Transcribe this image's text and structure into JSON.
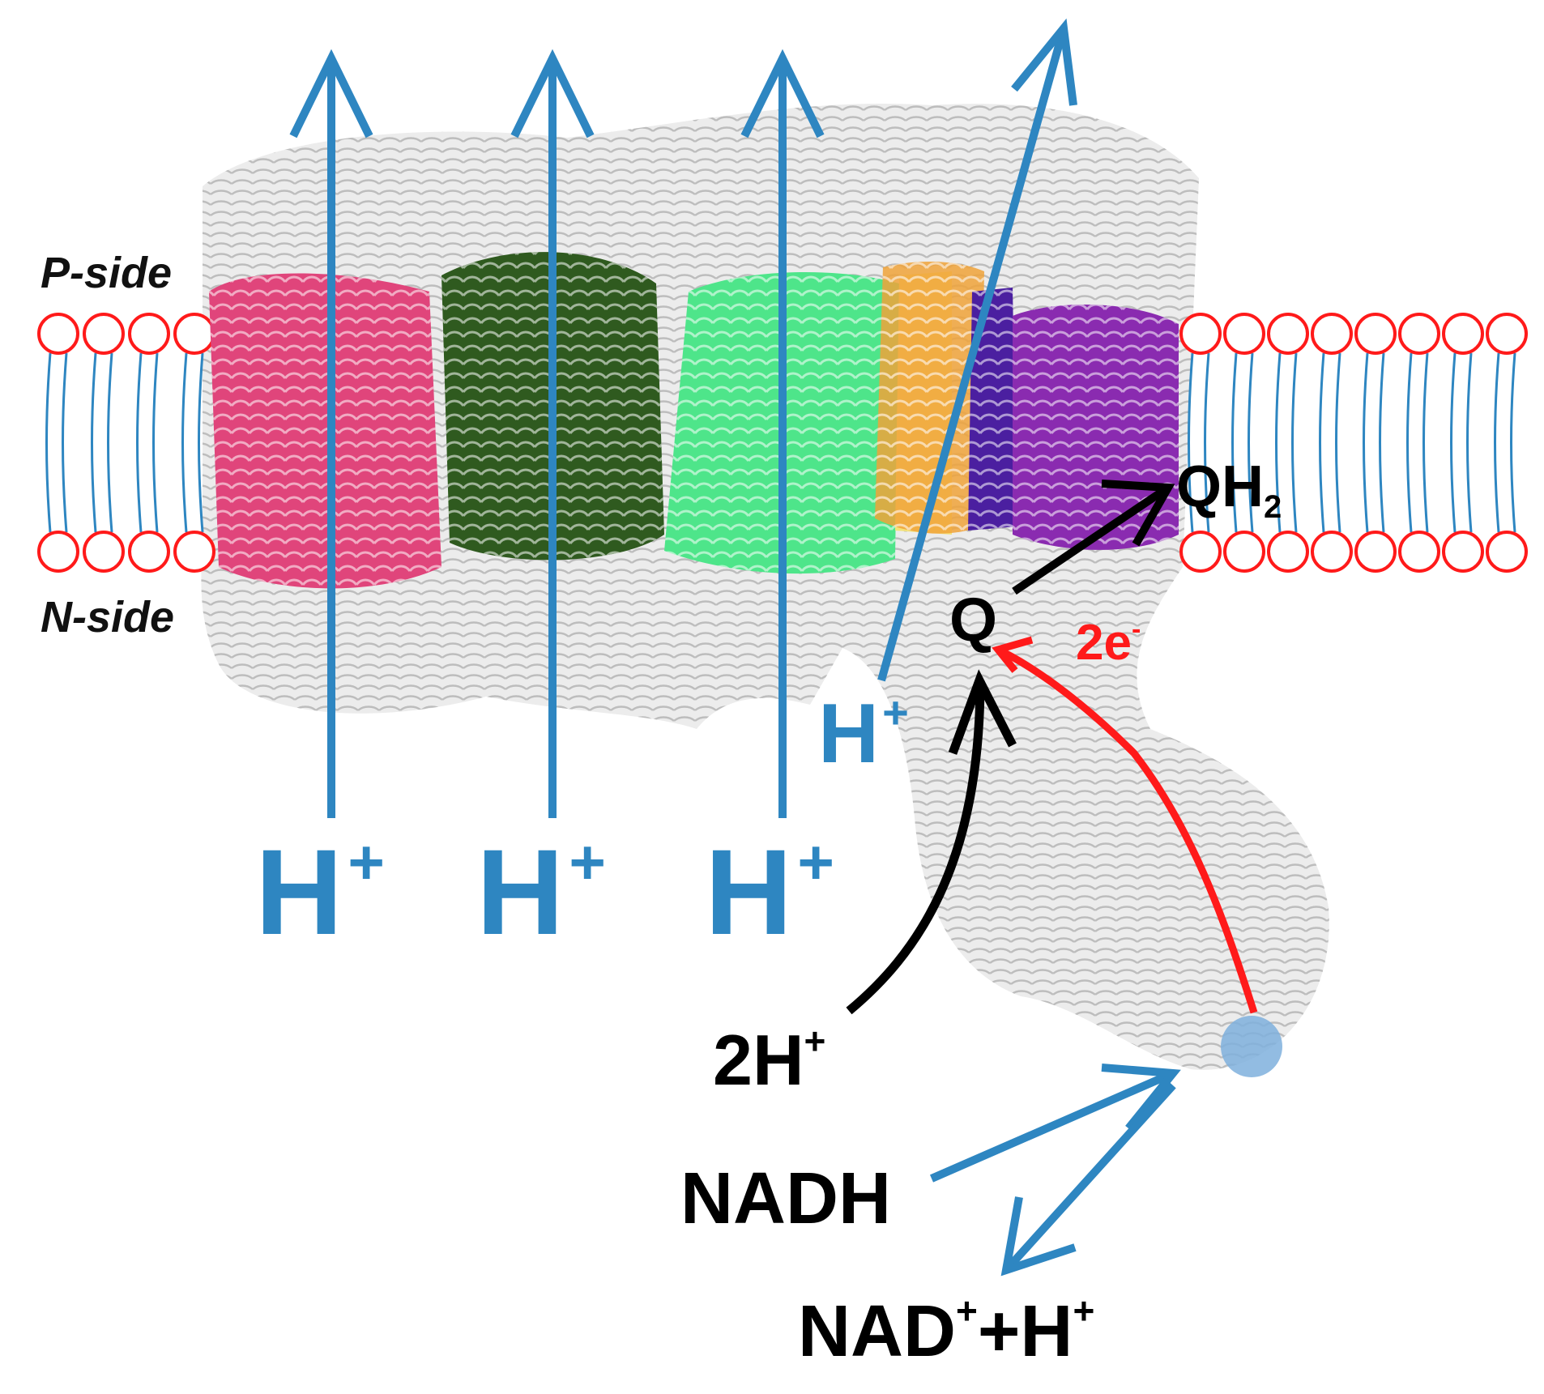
{
  "labels": {
    "p_side": "P-side",
    "n_side": "N-side",
    "h": "H",
    "plus": "+",
    "two_h": "2H",
    "q": "Q",
    "qh": "QH",
    "qh_sub": "2",
    "two_e": "2e",
    "e_sup": "-",
    "nadh": "NADH",
    "nad": "NAD",
    "plus_h": "+H"
  },
  "colors": {
    "proton_arrow": "#2e86c1",
    "electron_arrow": "#ff1a1a",
    "quinone_arrow": "#000000",
    "lipid_head": "#ff1a1a",
    "lipid_tail": "#2e86c1",
    "protein_grey": "#d9d9d9",
    "subunit_pink": "#e0457b",
    "subunit_dark_green": "#2f5a1f",
    "subunit_light_green": "#4ee58a",
    "subunit_orange": "#f0a33a",
    "subunit_yellow": "#f3e27a",
    "subunit_indigo": "#4b1fa0",
    "subunit_purple": "#8a2bb0",
    "fmn_site": "#7fb0dd"
  },
  "icons": [
    "proton-arrow-icon",
    "electron-arrow-icon",
    "quinone-arrow-icon",
    "lipid-bilayer-icon",
    "fmn-site-icon"
  ]
}
